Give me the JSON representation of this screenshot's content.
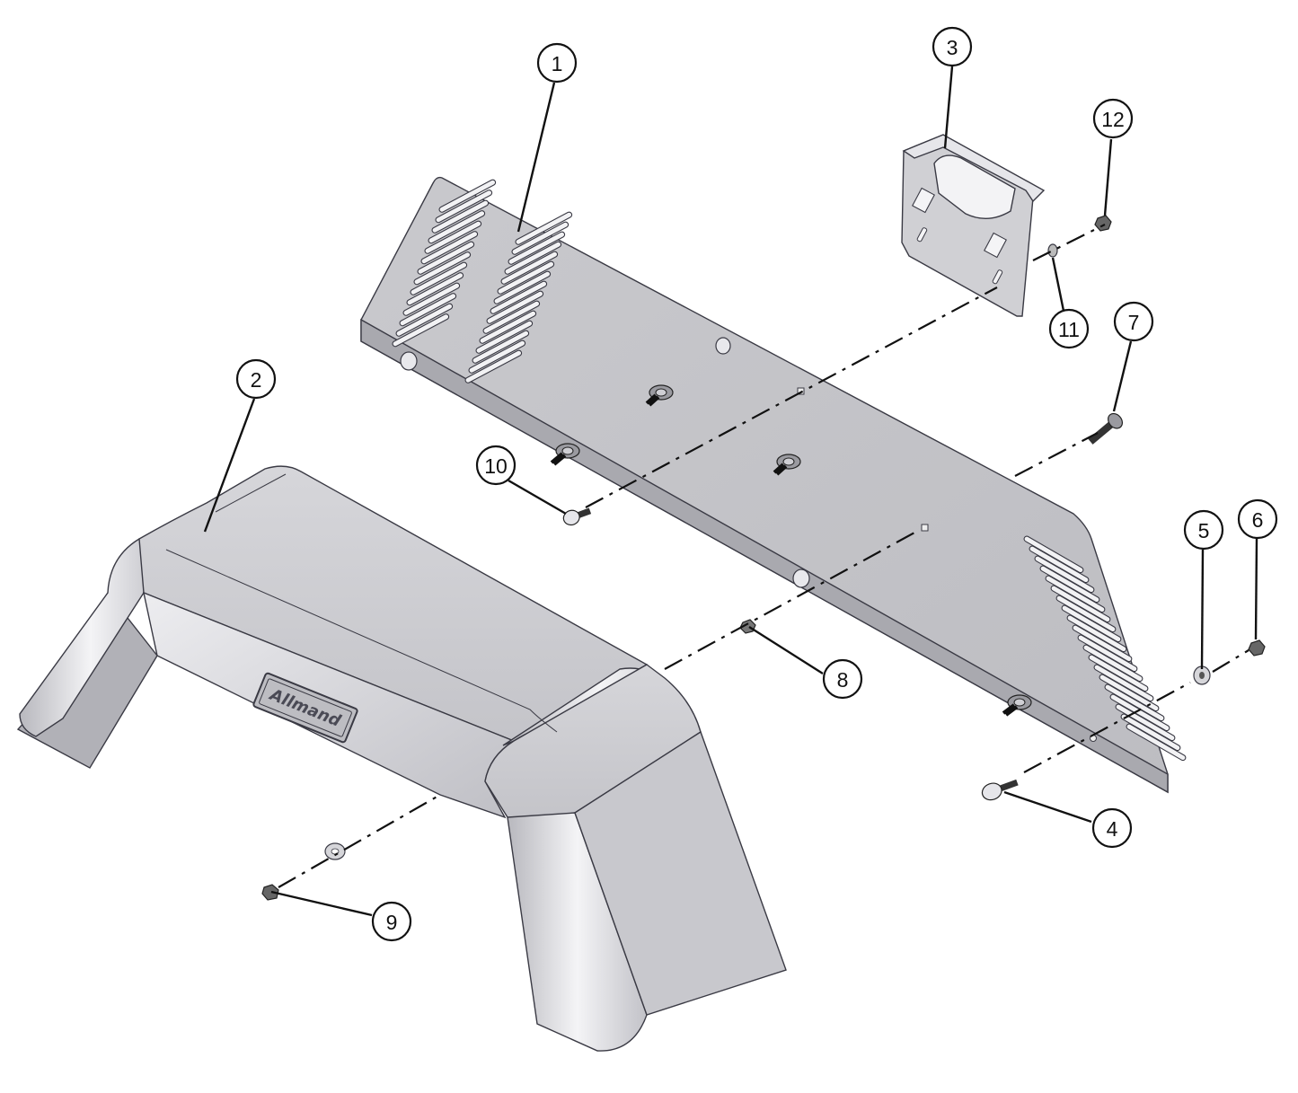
{
  "logo_text": "Allmand",
  "callouts": [
    {
      "id": "1"
    },
    {
      "id": "2"
    },
    {
      "id": "3"
    },
    {
      "id": "4"
    },
    {
      "id": "5"
    },
    {
      "id": "6"
    },
    {
      "id": "7"
    },
    {
      "id": "8"
    },
    {
      "id": "9"
    },
    {
      "id": "10"
    },
    {
      "id": "11"
    },
    {
      "id": "12"
    }
  ],
  "colors": {
    "part_fill": "#c9c9cd",
    "part_fill_light": "#e2e2e6",
    "part_fill_dark": "#a9a9af",
    "outline": "#3a3a44"
  }
}
